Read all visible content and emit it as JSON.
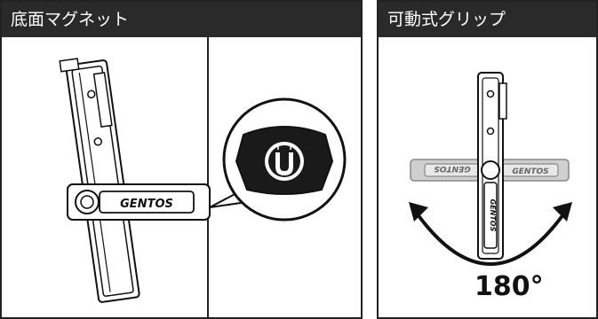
{
  "left_panel": {
    "title": "底面マグネット"
  },
  "right_panel": {
    "title": "可動式グリップ"
  },
  "brand": "GENTOS",
  "brand_mirrored": "GENTOS",
  "rotation_label": "180°",
  "icons": {
    "magnet": "magnet-icon",
    "rotation_arrow": "rotation-arrow-icon"
  }
}
